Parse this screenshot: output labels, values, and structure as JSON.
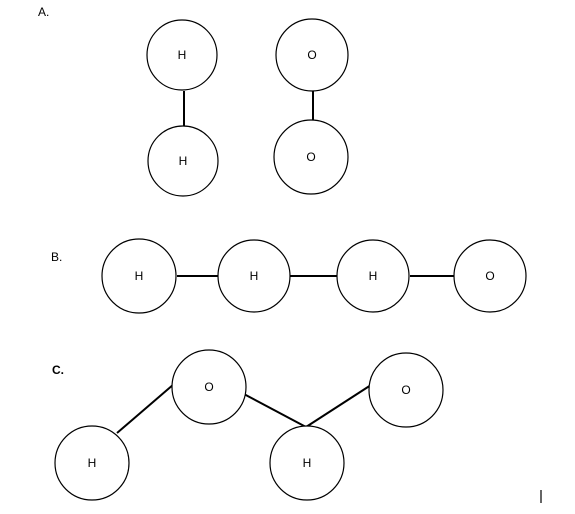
{
  "sections": {
    "a": {
      "label": "A.",
      "atoms": [
        "H",
        "H",
        "O",
        "O"
      ]
    },
    "b": {
      "label": "B.",
      "atoms": [
        "H",
        "H",
        "H",
        "O"
      ]
    },
    "c": {
      "label": "C.",
      "atoms": [
        "H",
        "O",
        "H",
        "O"
      ]
    }
  },
  "colors": {
    "stroke": "#000000",
    "background": "#ffffff"
  }
}
